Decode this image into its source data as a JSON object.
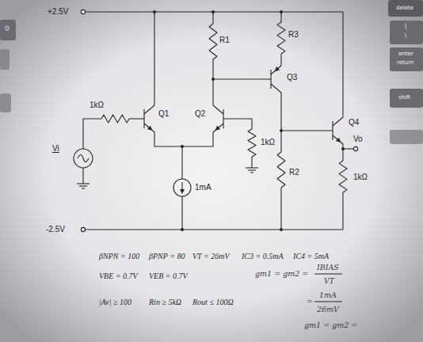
{
  "diagram": {
    "labels": [
      "+2.5V",
      "R1",
      "R3",
      "Q3",
      "1kΩ",
      "Q1",
      "Q2",
      "Q4",
      "Vi",
      "1kΩ",
      "Vo",
      "R2",
      "1kΩ",
      "1mA",
      "-2.5V",
      "βNPN = 100",
      "βPNP = 80",
      "VT = 26mV",
      "IC3 = 0.5mA",
      "IC4 = 5mA",
      "VBE = 0.7V",
      "VEB = 0.7V",
      "|Av| ≥ 100",
      "Rin ≥ 5kΩ",
      "Rout ≤ 100Ω",
      "gm1 = gm2 =",
      "IBIAS",
      "VT",
      "=",
      "1mA",
      "26mV",
      "gm1 = gm2 =",
      "delete",
      "|",
      "\\",
      "enter",
      "return",
      "shift",
      "Q"
    ]
  }
}
